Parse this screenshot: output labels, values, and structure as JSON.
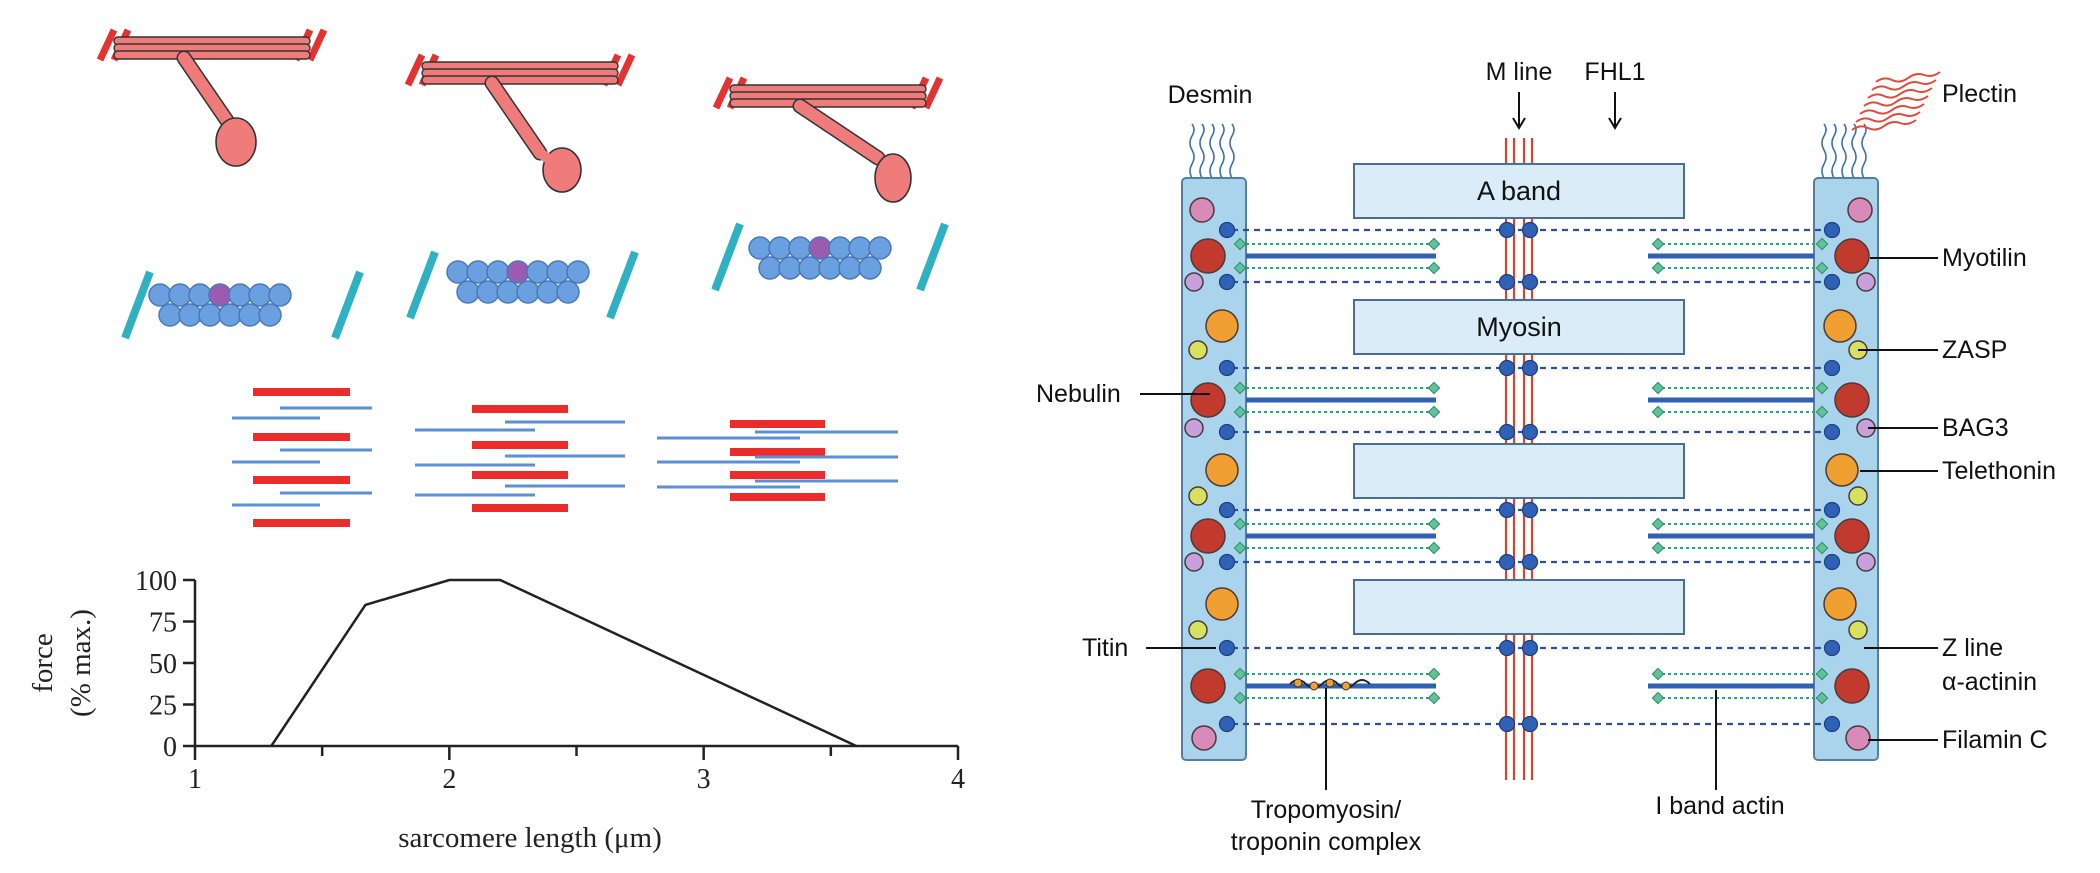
{
  "chart_data": {
    "type": "line",
    "title": "",
    "xlabel": "sarcomere length (μm)",
    "ylabel": "force (% max.)",
    "xlim": [
      1,
      4
    ],
    "ylim": [
      0,
      100
    ],
    "x_ticks": [
      1,
      2,
      3,
      4
    ],
    "y_ticks": [
      0,
      25,
      50,
      75,
      100
    ],
    "grid": false,
    "series": [
      {
        "x": [
          1.3,
          1.67,
          2.0,
          2.2,
          3.6
        ],
        "y": [
          0,
          85,
          100,
          100,
          0
        ]
      }
    ]
  },
  "diagram": {
    "band_labels": [
      "A band",
      "Myosin",
      "",
      ""
    ],
    "top_labels": {
      "desmin": "Desmin",
      "m_line": "M line",
      "fhl1": "FHL1",
      "plectin": "Plectin"
    },
    "right_labels": {
      "myotilin": "Myotilin",
      "zasp": "ZASP",
      "bag3": "BAG3",
      "telethonin": "Telethonin",
      "z_line": "Z line",
      "alpha_actinin": "α-actinin",
      "filamin_c": "Filamin C"
    },
    "left_labels": {
      "nebulin": "Nebulin",
      "titin": "Titin"
    },
    "bottom_labels": {
      "tropomyosin_1": "Tropomyosin/",
      "tropomyosin_2": "troponin complex",
      "i_band_actin": "I band actin"
    },
    "colors": {
      "myosin_red": "#f07b7b",
      "actin_blue": "#6a9fe0",
      "troponin_purple": "#9b5bb0",
      "z_disc_teal": "#2fb1c4",
      "filament_red": "#ec2b2b",
      "filament_blue": "#5b8fd6",
      "z_line_fill": "#a9d4ec",
      "band_fill": "#d9ecf8"
    }
  }
}
